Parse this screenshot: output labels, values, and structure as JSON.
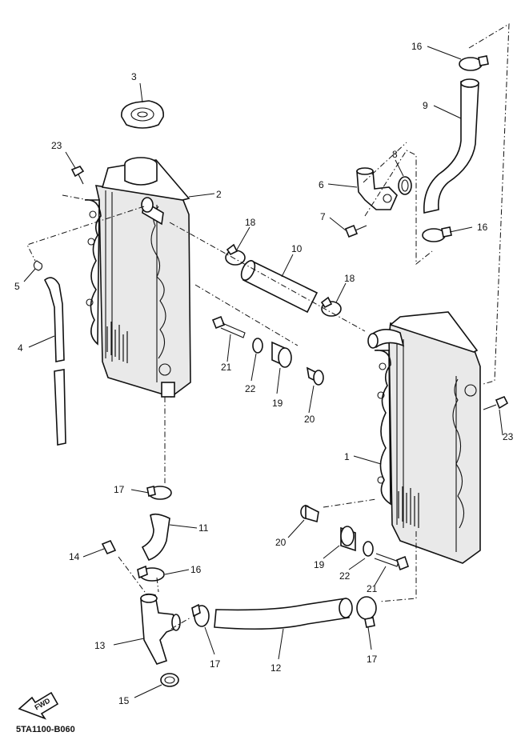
{
  "diagram": {
    "drawing_code": "5TA1100-B060",
    "fwd_label": "FWD",
    "callouts": {
      "c1": "1",
      "c2": "2",
      "c3": "3",
      "c4": "4",
      "c5": "5",
      "c6": "6",
      "c7": "7",
      "c8": "8",
      "c9": "9",
      "c10": "10",
      "c11": "11",
      "c12": "12",
      "c13": "13",
      "c14": "14",
      "c15": "15",
      "c16a": "16",
      "c16b": "16",
      "c16c": "16",
      "c17a": "17",
      "c17b": "17",
      "c17c": "17",
      "c18a": "18",
      "c18b": "18",
      "c19a": "19",
      "c19b": "19",
      "c20a": "20",
      "c20b": "20",
      "c21a": "21",
      "c21b": "21",
      "c22a": "22",
      "c22b": "22",
      "c23a": "23",
      "c23b": "23"
    }
  }
}
